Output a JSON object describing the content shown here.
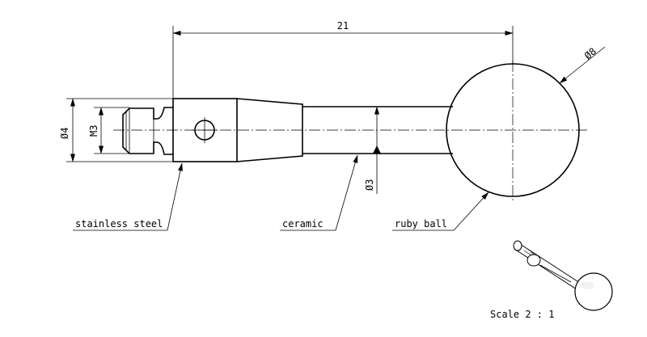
{
  "dimensions": {
    "length": "21",
    "ball_diameter": "Ø8",
    "shank_diameter": "Ø4",
    "thread": "M3",
    "stem_diameter": "Ø3"
  },
  "labels": {
    "stainless_steel": "stainless steel",
    "ceramic": "ceramic",
    "ruby_ball": "ruby ball"
  },
  "scale": "Scale 2 : 1"
}
